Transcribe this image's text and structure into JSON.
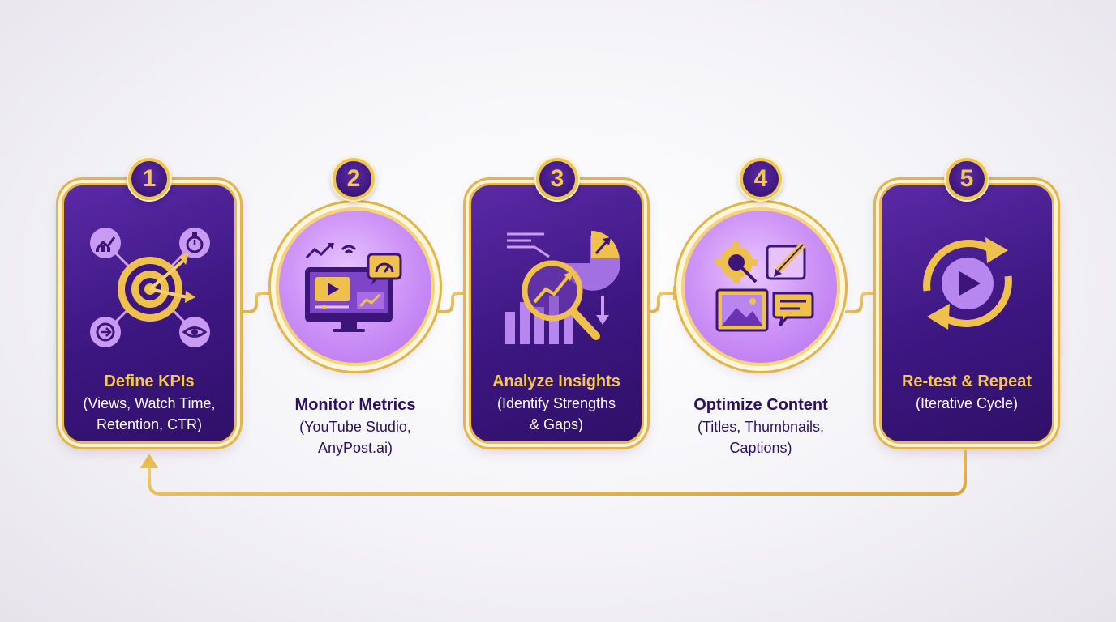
{
  "steps": [
    {
      "number": "1",
      "title": "Define KPIs",
      "detail": [
        "(Views, Watch Time,",
        "Retention, CTR)"
      ]
    },
    {
      "number": "2",
      "title": "Monitor Metrics",
      "detail": [
        "(YouTube Studio,",
        "AnyPost.ai)"
      ]
    },
    {
      "number": "3",
      "title": "Analyze Insights",
      "detail": [
        "(Identify Strengths",
        "& Gaps)"
      ]
    },
    {
      "number": "4",
      "title": "Optimize Content",
      "detail": [
        "(Titles, Thumbnails,",
        "Captions)"
      ]
    },
    {
      "number": "5",
      "title": "Re-test & Repeat",
      "detail": [
        "(Iterative Cycle)"
      ]
    }
  ],
  "icons": {
    "step1": "target-kpi-icon",
    "step2": "monitor-dashboard-icon",
    "step3": "magnifier-chart-icon",
    "step4": "content-edit-icon",
    "step5": "cycle-play-icon"
  },
  "colors": {
    "purple": "#3c1680",
    "gold": "#e9b949",
    "lavender": "#cf96f7"
  }
}
